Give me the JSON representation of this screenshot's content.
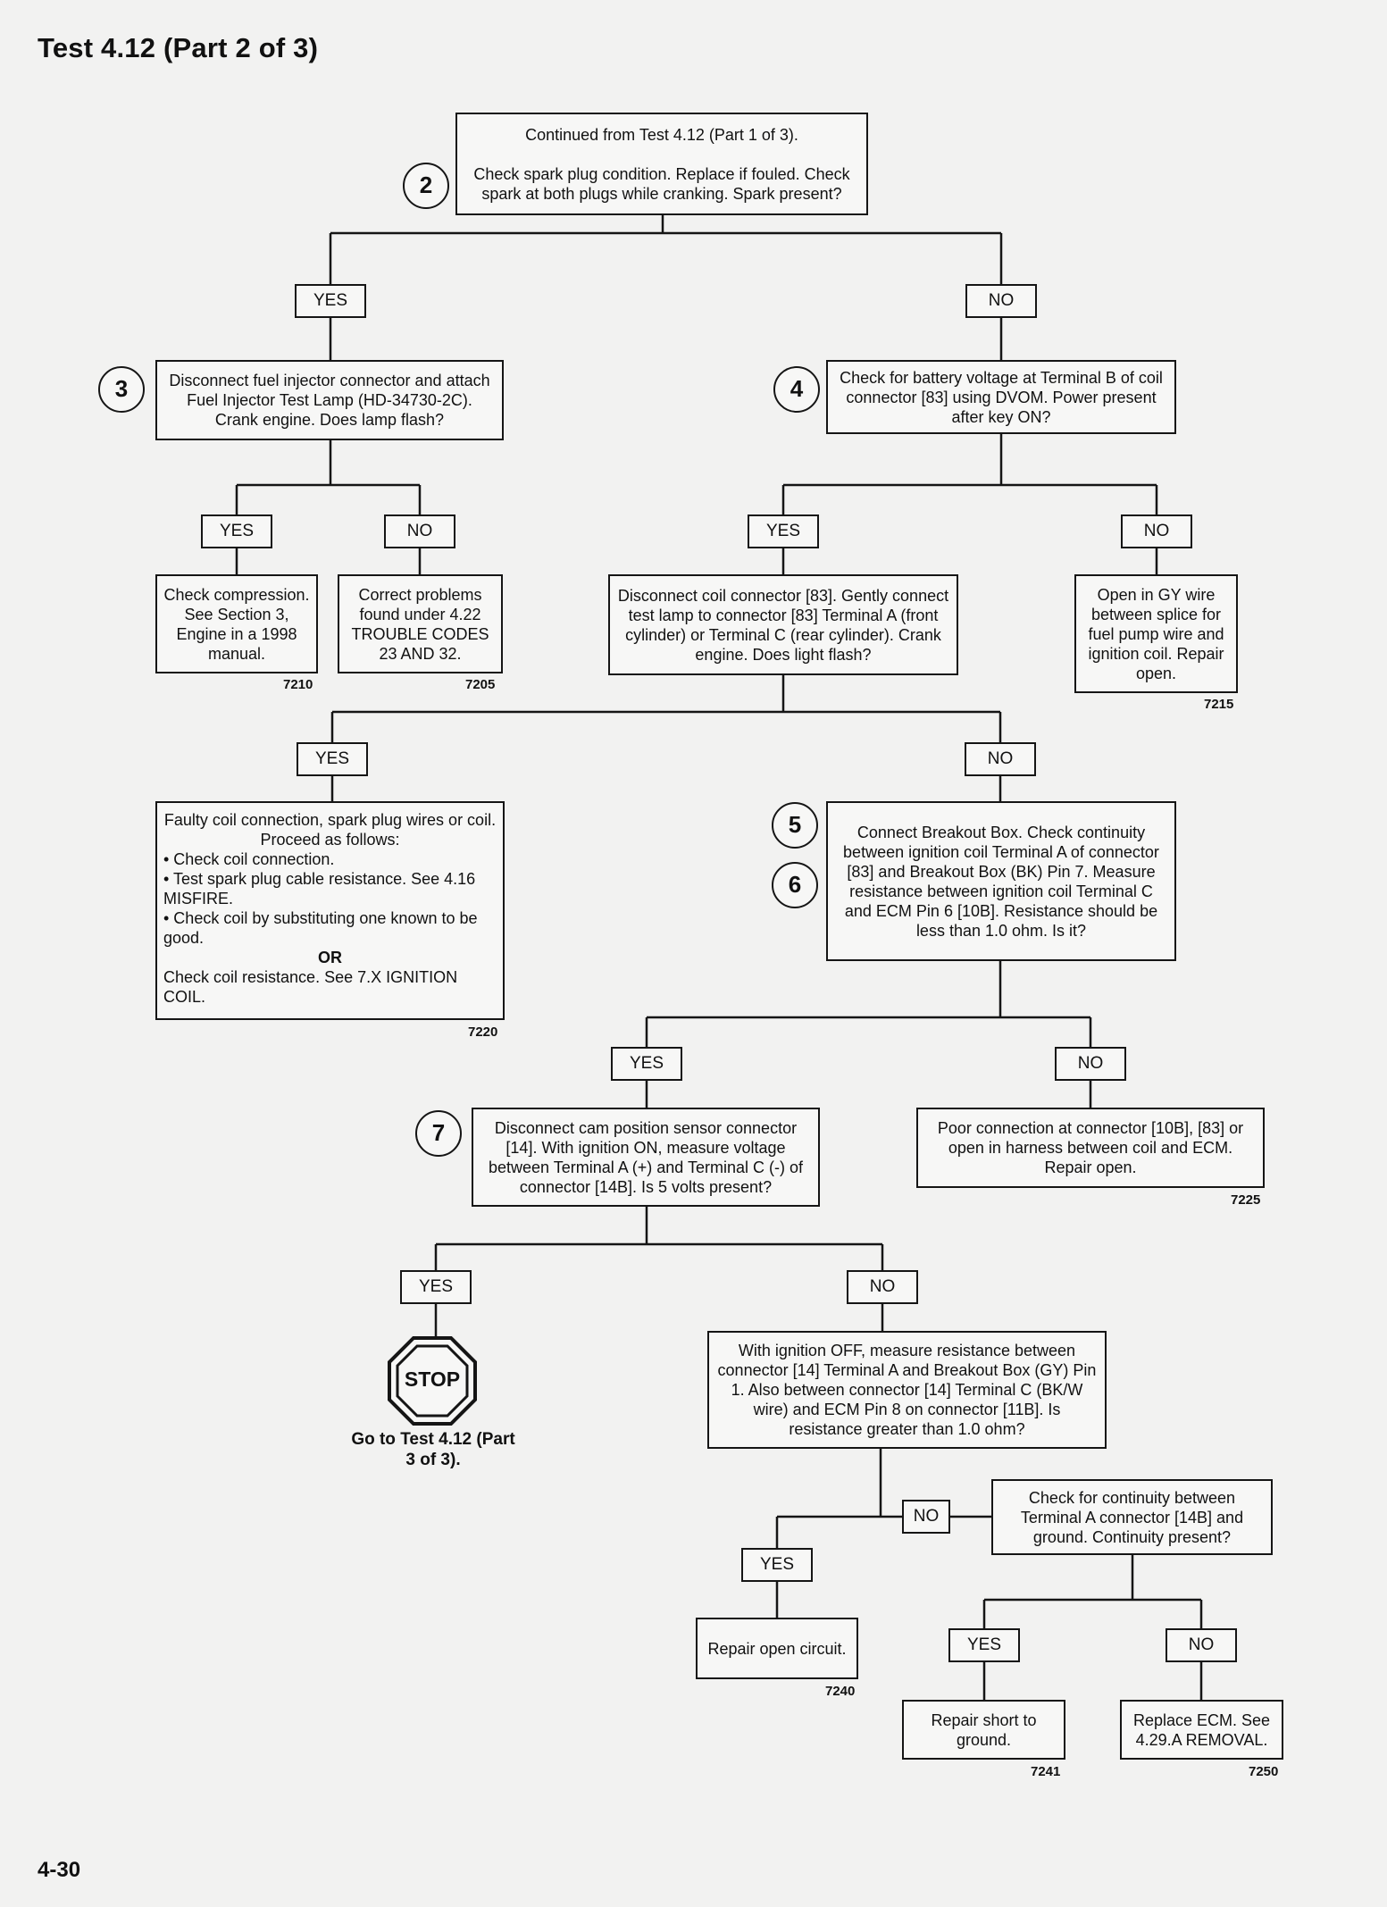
{
  "header": {
    "title": "Test 4.12 (Part 2 of 3)"
  },
  "footer": {
    "page_number": "4-30"
  },
  "steps": {
    "s2": "2",
    "s3": "3",
    "s4": "4",
    "s5": "5",
    "s6": "6",
    "s7": "7"
  },
  "tags": {
    "yes": "YES",
    "no": "NO"
  },
  "boxes": {
    "start": [
      "Continued from Test 4.12 (Part 1 of 3).",
      "Check spark plug condition. Replace if fouled. Check spark at both plugs while cranking. Spark present?"
    ],
    "injector": "Disconnect fuel injector connector and attach Fuel Injector Test Lamp (HD-34730-2C). Crank engine. Does lamp flash?",
    "battery": "Check for battery voltage at Terminal B of coil connector [83] using DVOM. Power present after key ON?",
    "compression": "Check compression. See Section 3, Engine in a 1998 manual.",
    "trouble": "Correct problems found under 4.22 TROUBLE CODES 23 AND 32.",
    "coil_lamp": "Disconnect coil connector [83]. Gently connect test lamp to connector [83] Terminal A (front cylinder) or Terminal C (rear cylinder). Crank engine. Does light flash?",
    "gy_wire": "Open in GY wire between splice for fuel pump wire and ignition coil. Repair open.",
    "faulty_coil": {
      "intro": "Faulty coil connection, spark plug wires or coil. Proceed as follows:",
      "b1": "• Check coil connection.",
      "b2": "• Test spark plug cable resistance. See 4.16 MISFIRE.",
      "b3": "• Check coil by substituting one known to be good.",
      "or": "OR",
      "tail": "Check coil resistance. See 7.X IGNITION COIL."
    },
    "breakout": "Connect Breakout Box. Check continuity between ignition coil Terminal A of connector [83] and Breakout Box (BK) Pin 7. Measure resistance between ignition coil Terminal C and ECM Pin 6 [10B]. Resistance should be less than 1.0 ohm. Is it?",
    "cam_sensor": "Disconnect cam position sensor connector [14]. With ignition ON, measure voltage between Terminal A (+) and Terminal C (-) of connector [14B]. Is 5 volts present?",
    "poor_conn": "Poor connection at connector [10B], [83] or open in harness between coil and ECM. Repair open.",
    "ign_off": "With ignition OFF, measure resistance between connector [14] Terminal A and Breakout Box (GY) Pin 1. Also between connector [14] Terminal C (BK/W wire) and ECM Pin 8 on connector [11B]. Is resistance greater than 1.0 ohm?",
    "continuity": "Check for continuity between Terminal A connector [14B] and ground. Continuity present?",
    "repair_open": "Repair open circuit.",
    "repair_short": "Repair short to ground.",
    "replace_ecm": "Replace ECM. See 4.29.A REMOVAL."
  },
  "stop": {
    "sign": "STOP",
    "goto": "Go to Test 4.12 (Part 3 of 3)."
  },
  "codes": {
    "c7210": "7210",
    "c7205": "7205",
    "c7215": "7215",
    "c7220": "7220",
    "c7225": "7225",
    "c7240": "7240",
    "c7241": "7241",
    "c7250": "7250"
  }
}
